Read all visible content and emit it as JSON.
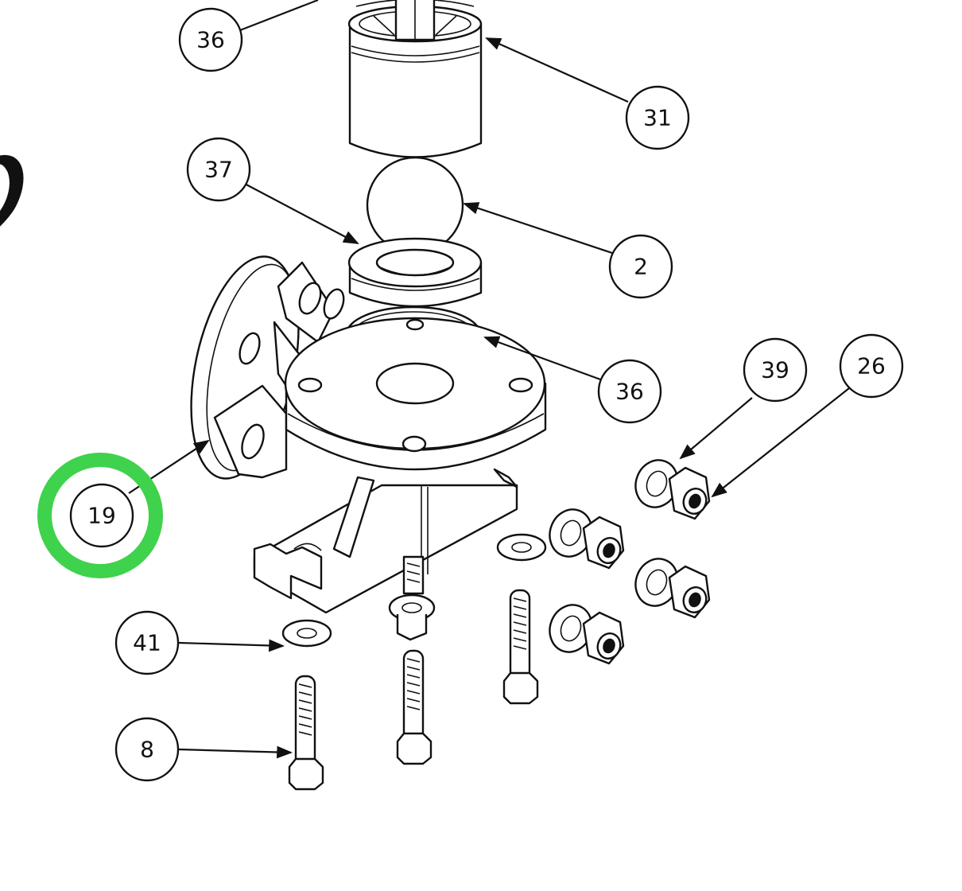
{
  "diagram": {
    "highlight_color": "#3fd24c",
    "line_color": "#111111",
    "highlighted_callout": "19",
    "callouts": [
      {
        "id": "callout-36-top",
        "label": "36"
      },
      {
        "id": "callout-31",
        "label": "31"
      },
      {
        "id": "callout-37",
        "label": "37"
      },
      {
        "id": "callout-2",
        "label": "2"
      },
      {
        "id": "callout-36-mid",
        "label": "36"
      },
      {
        "id": "callout-39",
        "label": "39"
      },
      {
        "id": "callout-26",
        "label": "26"
      },
      {
        "id": "callout-19",
        "label": "19"
      },
      {
        "id": "callout-41",
        "label": "41"
      },
      {
        "id": "callout-8",
        "label": "8"
      }
    ]
  }
}
